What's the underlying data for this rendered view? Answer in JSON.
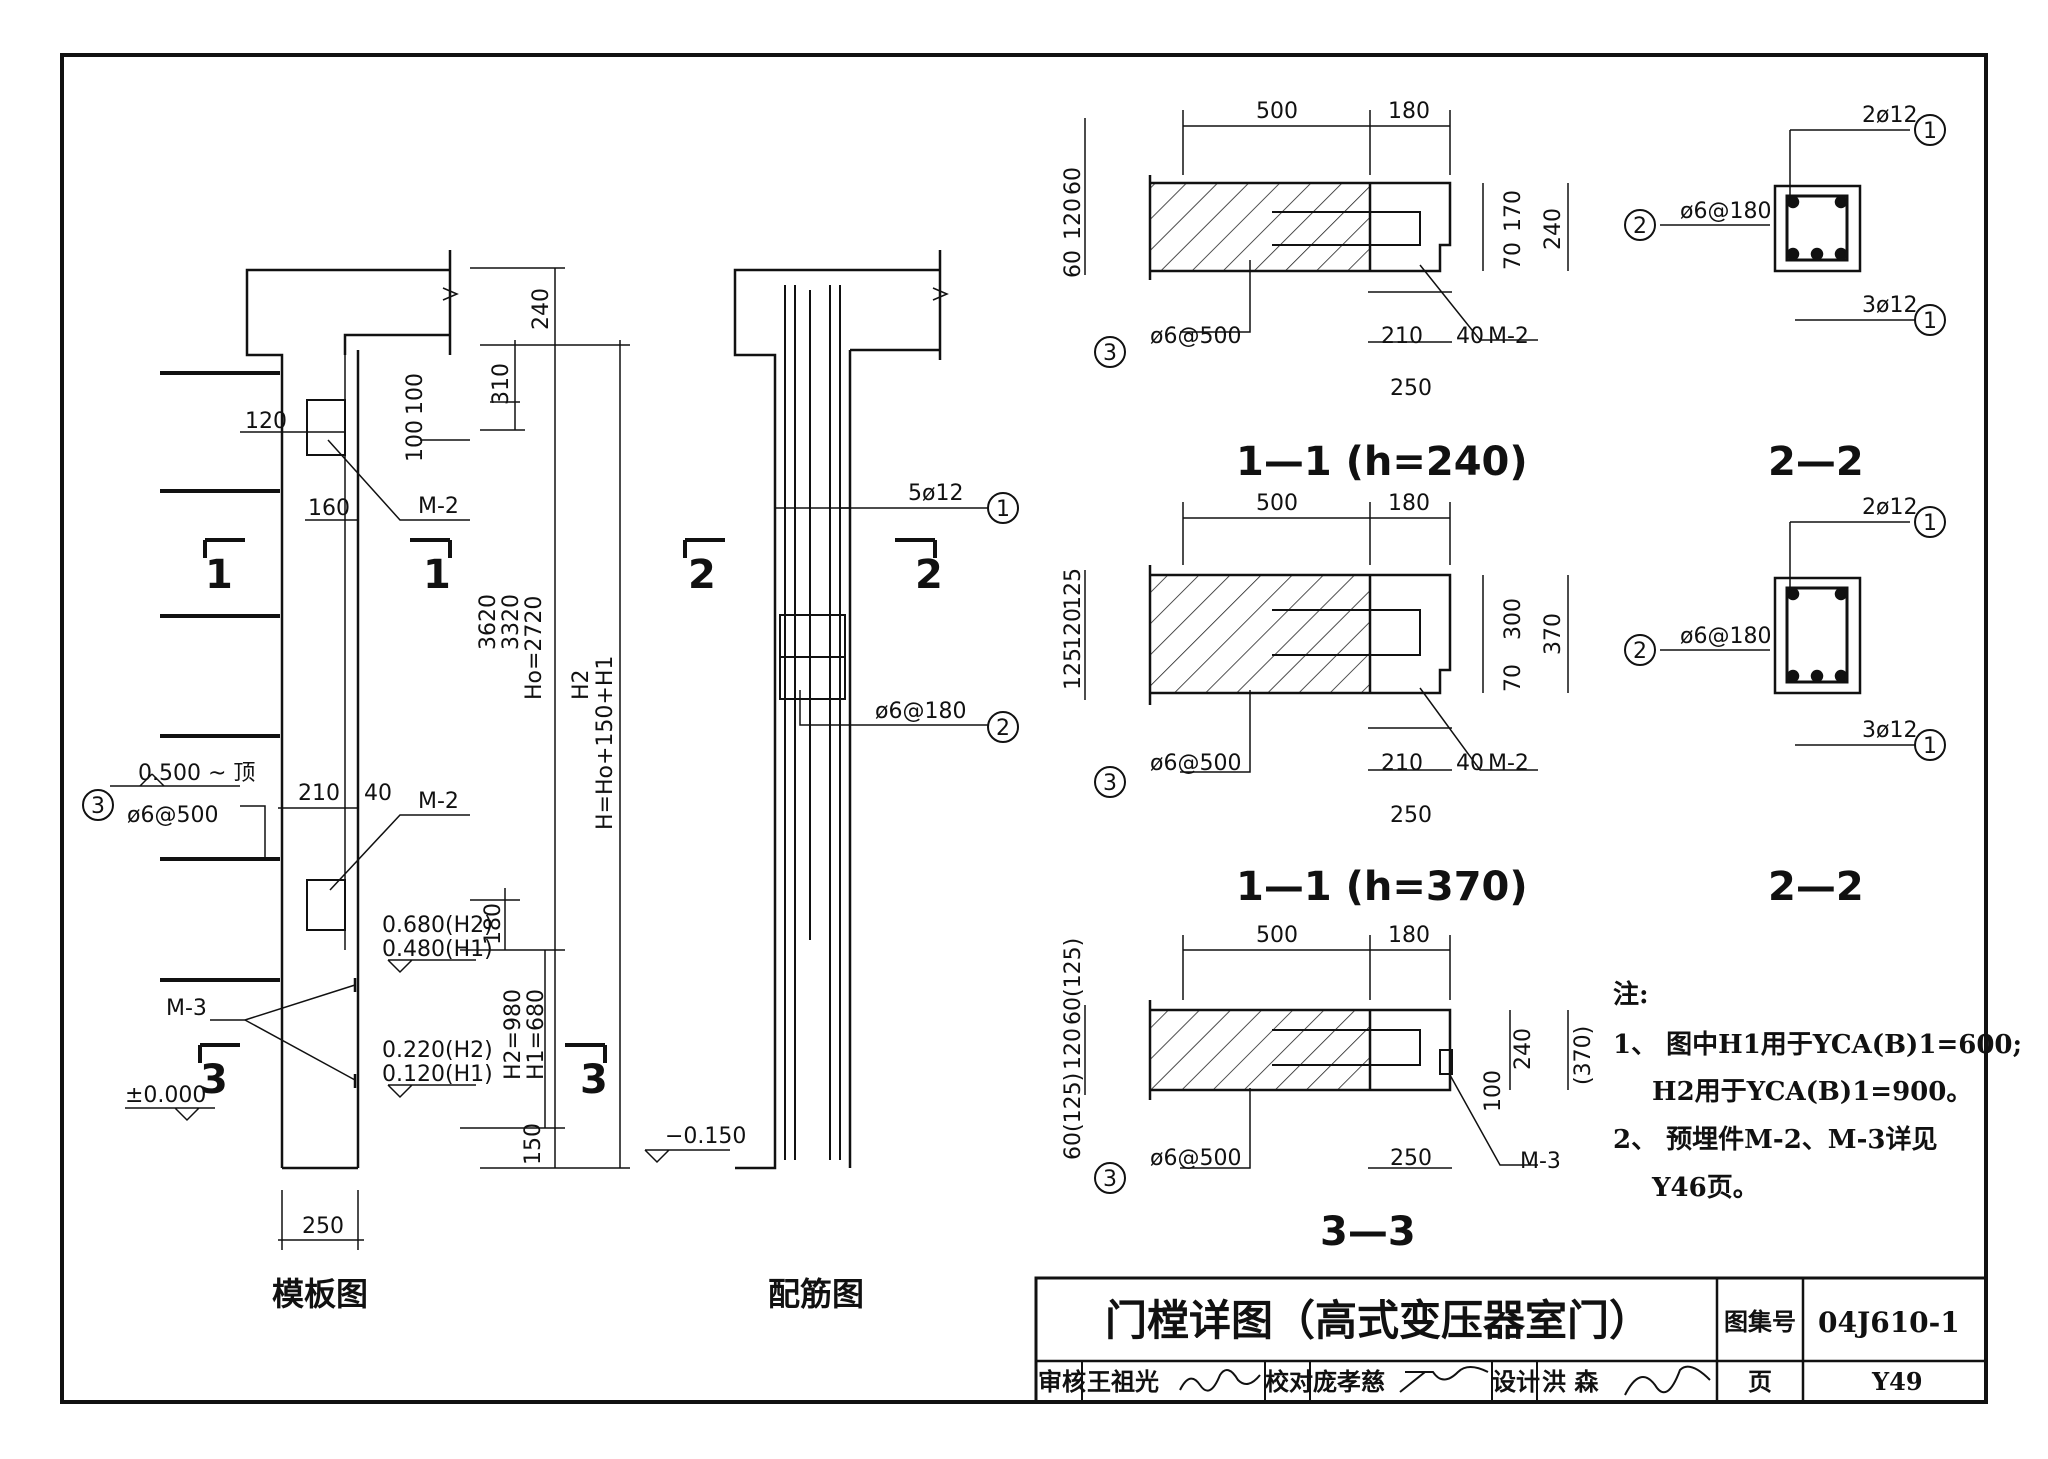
{
  "titles": {
    "template": "模板图",
    "reinforcement": "配筋图",
    "sec11a": "1—1 (h=240)",
    "sec22a": "2—2",
    "sec11b": "1—1 (h=370)",
    "sec22b": "2—2",
    "sec33": "3—3"
  },
  "section_marks": {
    "one": "1",
    "two": "2",
    "three": "3"
  },
  "template_dims": {
    "d120": "120",
    "d160": "160",
    "d210": "210",
    "d40": "40",
    "d250": "250",
    "d240": "240",
    "d310": "310",
    "d100a": "100",
    "d100b": "100",
    "d3620": "3620",
    "d3320": "3320",
    "dHo": "Ho=2720",
    "dH2": "H2",
    "dH": "H=Ho+150+H1",
    "d180": "180",
    "dH2v": "H2=980",
    "dH1v": "H1=680",
    "d150": "150",
    "m2a": "M-2",
    "m2b": "M-2",
    "m3": "M-3",
    "lvl_top": "0.500 ~ 顶",
    "lvl_680": "0.680(H2)",
    "lvl_480": "0.480(H1)",
    "lvl_220": "0.220(H2)",
    "lvl_120": "0.120(H1)",
    "lvl_0": "±0.000",
    "lvl_m150": "−0.150",
    "bar3": "ø6@500",
    "circ3": "3"
  },
  "rebar_dims": {
    "bar1": "5ø12",
    "bar2": "ø6@180",
    "c1": "1",
    "c2": "2"
  },
  "sec11a_dims": {
    "w500": "500",
    "w180": "180",
    "v60a": "60",
    "v120": "120",
    "v60b": "60",
    "v170": "170",
    "v70": "70",
    "v240": "240",
    "bar": "ø6@500",
    "b210": "210",
    "b40": "40",
    "m2": "M-2",
    "b250": "250",
    "c3": "3"
  },
  "sec11b_dims": {
    "w500": "500",
    "w180": "180",
    "v125a": "125",
    "v120": "120",
    "v125b": "125",
    "v300": "300",
    "v70": "70",
    "v370": "370",
    "bar": "ø6@500",
    "b210": "210",
    "b40": "40",
    "m2": "M-2",
    "b250": "250",
    "c3": "3"
  },
  "sec33_dims": {
    "w500": "500",
    "w180": "180",
    "v1": "60(125)",
    "v120": "120",
    "v3": "60(125)",
    "v240": "240",
    "v370": "(370)",
    "v100": "100",
    "bar": "ø6@500",
    "b250": "250",
    "m3": "M-3",
    "c3": "3"
  },
  "sec22_dims": {
    "top": "2ø12",
    "stir": "ø6@180",
    "bot": "3ø12",
    "c1": "1",
    "c2": "2"
  },
  "notes": {
    "head": "注:",
    "n1a": "1、 图中H1用于YCA(B)1=600;",
    "n1b": "H2用于YCA(B)1=900。",
    "n2a": "2、 预埋件M-2、M-3详见",
    "n2b": "Y46页。"
  },
  "title_block": {
    "title": "门樘详图（高式变压器室门）",
    "atlas_label": "图集号",
    "atlas_no": "04J610-1",
    "page_label": "页",
    "page_no": "Y49",
    "review_label": "审核",
    "reviewer": "王祖光",
    "check_label": "校对",
    "checker": "庞孝慈",
    "design_label": "设计",
    "designer": "洪 森"
  }
}
